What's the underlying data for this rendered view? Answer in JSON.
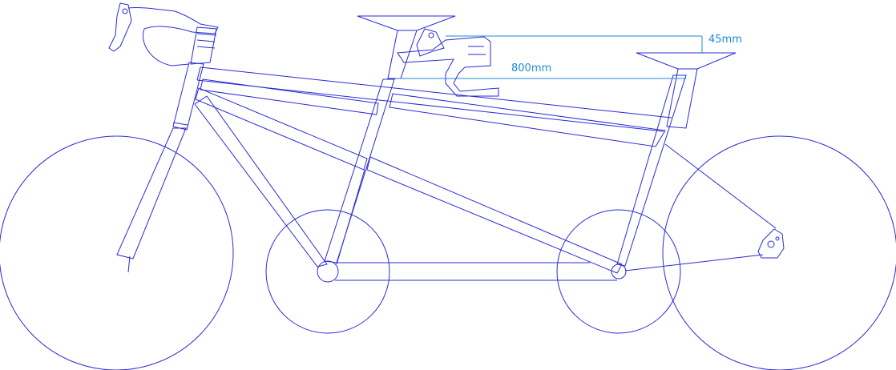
{
  "drawing": {
    "subject": "tandem bicycle",
    "line_color": "#2b2bd6",
    "dimension_color": "#1e8ad6",
    "dimensions": {
      "saddle_height_difference": "45mm",
      "saddle_to_saddle_length": "800mm"
    }
  }
}
